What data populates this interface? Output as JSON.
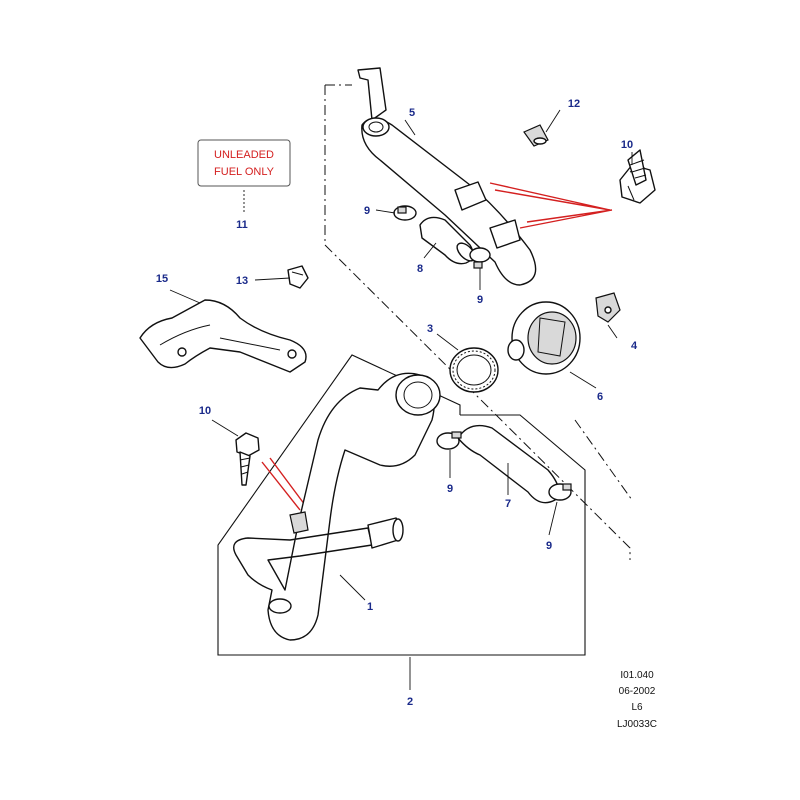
{
  "warning_label": {
    "line1": "UNLEADED",
    "line2": "FUEL ONLY"
  },
  "callouts": [
    {
      "id": "c1",
      "text": "1"
    },
    {
      "id": "c2",
      "text": "2"
    },
    {
      "id": "c3",
      "text": "3"
    },
    {
      "id": "c4",
      "text": "4"
    },
    {
      "id": "c5",
      "text": "5"
    },
    {
      "id": "c6",
      "text": "6"
    },
    {
      "id": "c7",
      "text": "7"
    },
    {
      "id": "c8",
      "text": "8"
    },
    {
      "id": "c9a",
      "text": "9"
    },
    {
      "id": "c9b",
      "text": "9"
    },
    {
      "id": "c9c",
      "text": "9"
    },
    {
      "id": "c9d",
      "text": "9"
    },
    {
      "id": "c10a",
      "text": "10"
    },
    {
      "id": "c10b",
      "text": "10"
    },
    {
      "id": "c11",
      "text": "11"
    },
    {
      "id": "c12",
      "text": "12"
    },
    {
      "id": "c13",
      "text": "13"
    },
    {
      "id": "c15",
      "text": "15"
    }
  ],
  "drawing_info": {
    "ref": "I01.040",
    "date": "06-2002",
    "model": "L6",
    "code": "LJ0033C"
  },
  "colors": {
    "callout": "#1a2a8a",
    "warning": "#d42020",
    "line": "#111111"
  }
}
